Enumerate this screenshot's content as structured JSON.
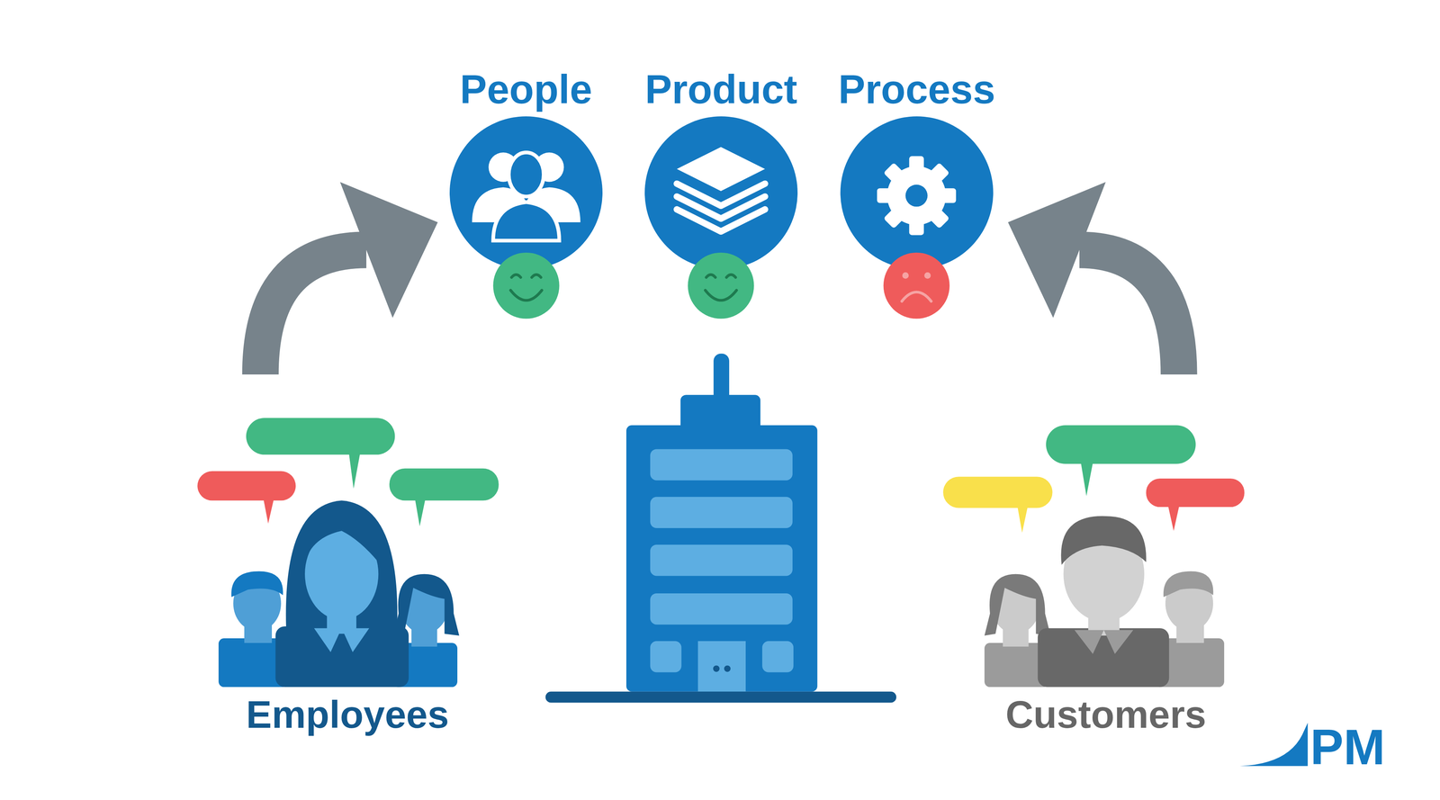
{
  "diagram": {
    "nodes": [
      {
        "text": [
          "People"
        ]
      },
      {
        "text": [
          "Product"
        ]
      },
      {
        "text": [
          "Process"
        ]
      },
      {
        "text": [
          "Employees"
        ]
      },
      {
        "text": [
          "Customers"
        ]
      }
    ],
    "edges": [
      {
        "from": 3,
        "to": 0,
        "arrow": "to"
      },
      {
        "from": 4,
        "to": 2,
        "arrow": "to"
      }
    ],
    "labels": [
      "PM"
    ]
  }
}
